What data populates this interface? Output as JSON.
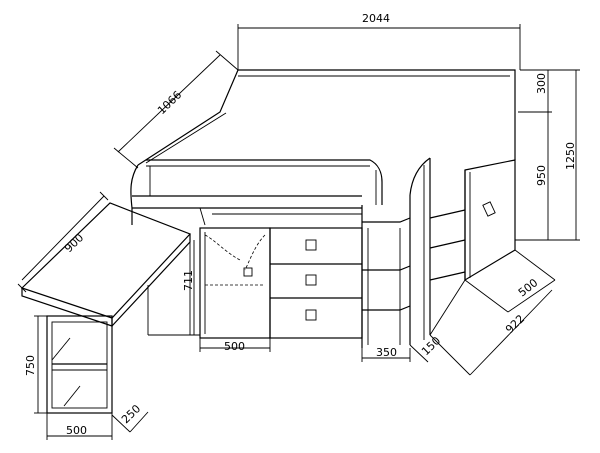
{
  "dimensions": {
    "total_length": "2044",
    "depth": "1066",
    "top_clearance": "300",
    "total_height": "1250",
    "bed_height": "950",
    "desk_depth": "900",
    "under_height": "711",
    "desk_height": "750",
    "cabinet_width": "500",
    "desk_shelf_width": "500",
    "desk_shelf_depth": "250",
    "step_width": "350",
    "step_depth": "150",
    "wardrobe_depth": "500",
    "wardrobe_diag": "922"
  }
}
